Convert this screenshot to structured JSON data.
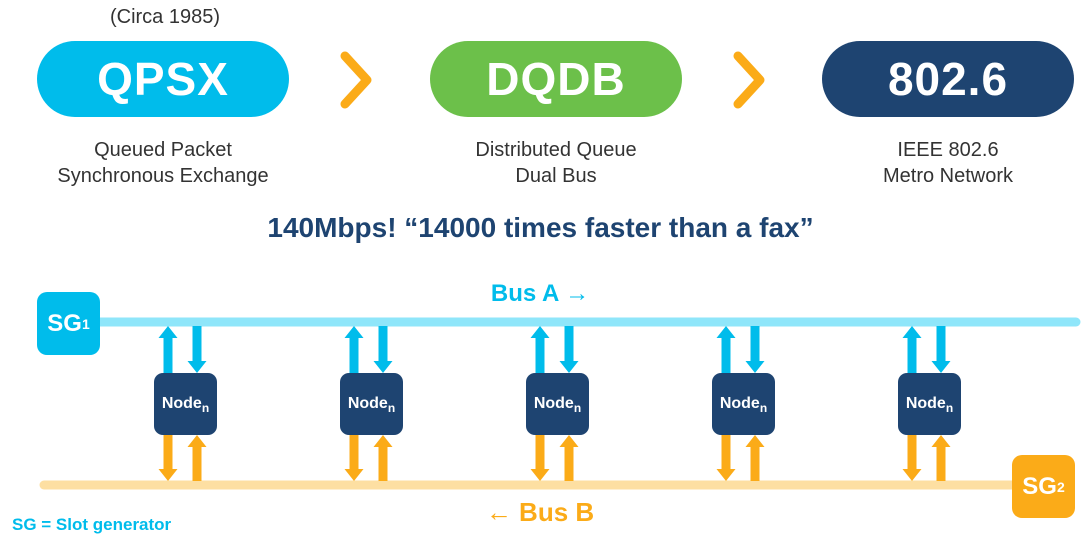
{
  "header": {
    "circa": "(Circa 1985)",
    "stages": [
      {
        "label": "QPSX",
        "desc_line1": "Queued Packet",
        "desc_line2": "Synchronous Exchange",
        "color": "#00bceb"
      },
      {
        "label": "DQDB",
        "desc_line1": "Distributed Queue",
        "desc_line2": "Dual Bus",
        "color": "#6cc04a"
      },
      {
        "label": "802.6",
        "desc_line1": "IEEE 802.6",
        "desc_line2": "Metro Network",
        "color": "#1e4471"
      }
    ],
    "chevron_icon": "chevron-right-icon",
    "chevron_color": "#fbab18"
  },
  "headline": "140Mbps! “14000 times faster than a fax”",
  "diagram": {
    "bus_a_label": "Bus A →",
    "bus_b_label": "← Bus B",
    "sg1": {
      "text": "SG",
      "sub": "1"
    },
    "sg2": {
      "text": "SG",
      "sub": "2"
    },
    "node": {
      "text": "Node",
      "sub": "n"
    },
    "node_count": 5,
    "colors": {
      "bus_a": "#8fe6fa",
      "bus_b": "#fddfa2",
      "arrow_a": "#00bceb",
      "arrow_b": "#fbab18",
      "node": "#1e4471"
    }
  },
  "legend": "SG = Slot generator"
}
